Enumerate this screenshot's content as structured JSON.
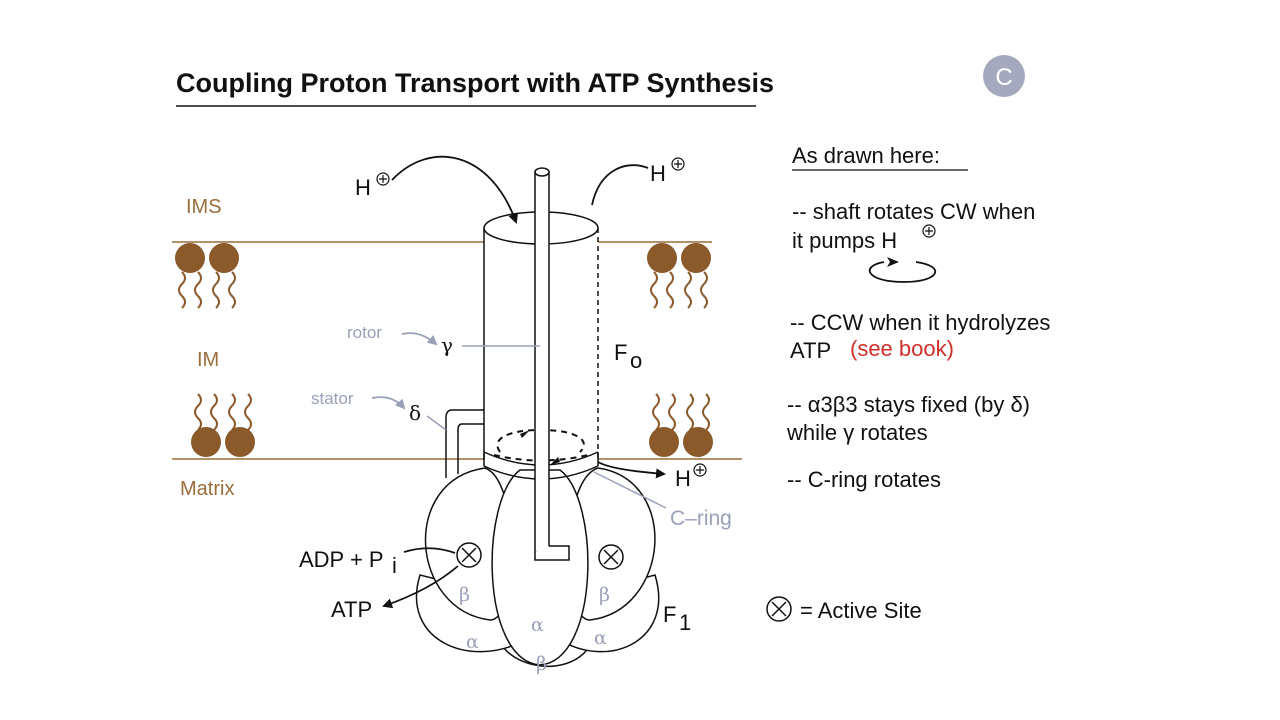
{
  "title": "Coupling Proton Transport with ATP Synthesis",
  "badge": "C",
  "regions": {
    "ims": "IMS",
    "im": "IM",
    "matrix": "Matrix"
  },
  "labels": {
    "rotor": "rotor",
    "stator": "stator",
    "gamma": "γ",
    "delta": "δ",
    "fo": "F",
    "fo_sub": "o",
    "f1": "F",
    "f1_sub": "1",
    "c_ring": "C–ring",
    "h": "H",
    "adp": "ADP + P",
    "adp_sub": "i",
    "atp": "ATP",
    "alpha": "α",
    "beta": "β"
  },
  "notes": {
    "heading": "As drawn here:",
    "line1a": "-- shaft rotates CW when",
    "line1b": "it pumps H",
    "line2a": "-- CCW when it hydrolyzes",
    "line2b": "ATP",
    "line2_red": "(see book)",
    "line3a": "-- α3β3 stays fixed (by δ)",
    "line3b": "while γ rotates",
    "line4": "-- C-ring rotates"
  },
  "legend": {
    "symbol": "X",
    "text": "=  Active Site"
  },
  "colors": {
    "brown": "#9a6d3a",
    "lipid": "#8b5a2b",
    "grey": "#9aa0b8",
    "red": "#d0302a",
    "badge": "#a4a9c0"
  }
}
